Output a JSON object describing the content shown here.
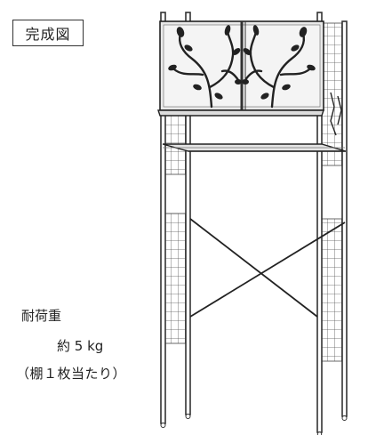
{
  "title": "完成図",
  "load": {
    "heading": "耐荷重",
    "value": "約 5 kg",
    "note": "（棚１枚当たり）"
  }
}
